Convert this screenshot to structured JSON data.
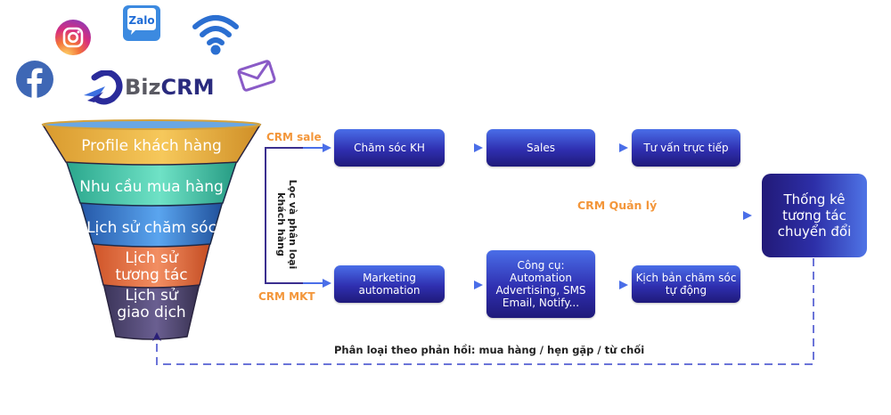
{
  "logos": {
    "brand_prefix": "Biz",
    "brand_suffix": "CRM",
    "zalo_label": "Zalo",
    "icons": [
      "instagram-icon",
      "zalo-icon",
      "wifi-icon",
      "facebook-icon",
      "mail-icon",
      "bizcrm-logo-icon"
    ]
  },
  "funnel": {
    "layers": [
      {
        "label": "Profile khách hàng",
        "color": "#e9b347"
      },
      {
        "label": "Nhu cầu mua hàng",
        "color": "#3fbfa6"
      },
      {
        "label": "Lịch sử chăm sóc",
        "color": "#2f6fc0"
      },
      {
        "label_line1": "Lịch sử",
        "label_line2": "tương tác",
        "color": "#e0683d"
      },
      {
        "label_line1": "Lịch sử",
        "label_line2": "giao dịch",
        "color": "#4e4670"
      }
    ]
  },
  "branches": {
    "sale_label": "CRM sale",
    "mkt_label": "CRM MKT",
    "filter_label_line1": "Lọc và phân loại",
    "filter_label_line2": "khách hàng",
    "manage_label": "CRM Quản lý"
  },
  "sale_flow": [
    {
      "label": "Chăm sóc KH"
    },
    {
      "label": "Sales"
    },
    {
      "label": "Tư vấn trực tiếp"
    }
  ],
  "mkt_flow": [
    {
      "line1": "Marketing",
      "line2": "automation"
    },
    {
      "line1": "Công cụ:",
      "line2": "Automation",
      "line3": "Advertising, SMS",
      "line4": "Email, Notify..."
    },
    {
      "line1": "Kịch bản chăm sóc",
      "line2": "tự động"
    }
  ],
  "stats_box": {
    "line1": "Thống kê",
    "line2": "tương tác",
    "line3": "chuyển đổi"
  },
  "feedback_label": "Phân loại theo phản hồi: mua hàng / hẹn gặp / từ chối",
  "colors": {
    "accent_orange": "#f3963a",
    "box_dark": "#1f1a7a",
    "box_light": "#4a6ee8",
    "line_purple": "#3b2f8f"
  }
}
